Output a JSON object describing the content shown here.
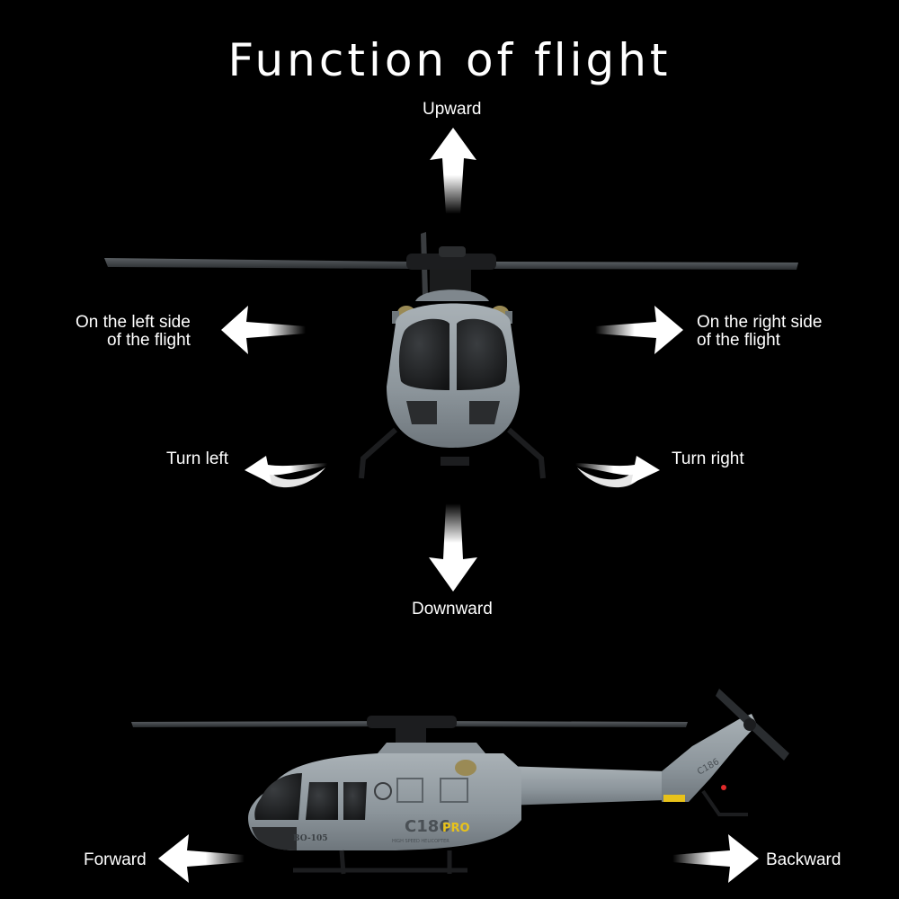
{
  "title": "Function of flight",
  "labels": {
    "upward": "Upward",
    "downward": "Downward",
    "left_side_1": "On the left side",
    "left_side_2": "of the flight",
    "right_side_1": "On the right side",
    "right_side_2": "of the flight",
    "turn_left": "Turn left",
    "turn_right": "Turn right",
    "forward": "Forward",
    "backward": "Backward"
  },
  "helicopter_markings": {
    "model": "C186",
    "model_suffix": "PRO",
    "tagline": "HIGH SPEED HELICOPTER",
    "registration": "BO-105",
    "tail_model": "C186"
  },
  "colors": {
    "background": "#000000",
    "text": "#ffffff",
    "fuselage": "#8e969c",
    "accent": "#e8c21a"
  }
}
